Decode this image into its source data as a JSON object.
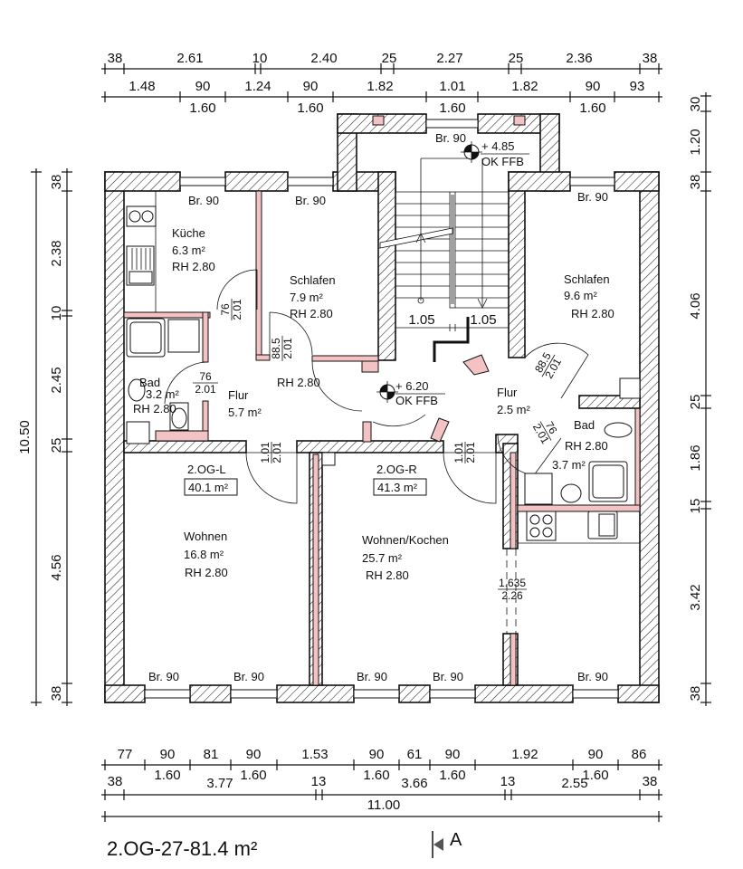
{
  "title": "2.OG-27-81.4 m²",
  "section_marker": "A",
  "dimensions": {
    "top_row1": [
      "38",
      "2.61",
      "10",
      "2.40",
      "25",
      "2.27",
      "25",
      "2.36",
      "38"
    ],
    "top_row2_upper": [
      "1.48",
      "90",
      "1.24",
      "90",
      "1.82",
      "1.01",
      "1.82",
      "90",
      "93"
    ],
    "top_row2_lower": [
      "1.60",
      "1.60",
      "1.60",
      "1.60"
    ],
    "bottom_row1_upper": [
      "77",
      "90",
      "81",
      "90",
      "1.53",
      "90",
      "61",
      "90",
      "1.92",
      "90",
      "86"
    ],
    "bottom_row1_lower": [
      "1.60",
      "1.60",
      "1.60",
      "1.60",
      "1.60"
    ],
    "bottom_row2": [
      "38",
      "3.77",
      "13",
      "3.66",
      "13",
      "2.55",
      "38"
    ],
    "bottom_total": "11.00",
    "left_segments": [
      "38",
      "2.38",
      "10",
      "2.45",
      "25",
      "4.56",
      "38"
    ],
    "left_total": "10.50",
    "right_segments": [
      "30",
      "1.20",
      "38",
      "4.06",
      "25",
      "1.86",
      "15",
      "3.42",
      "38"
    ],
    "stair": [
      "1.05",
      "1.05"
    ]
  },
  "windows": [
    "Br. 90",
    "Br. 90",
    "Br. 90",
    "Br. 90",
    "Br. 90",
    "Br. 90",
    "Br. 90",
    "Br. 90",
    "Br. 90"
  ],
  "rooms": [
    {
      "name": "Küche",
      "area": "6.3 m²",
      "rh": "RH 2.80"
    },
    {
      "name": "Schlafen",
      "area": "7.9 m²",
      "rh": "RH 2.80"
    },
    {
      "name": "Schlafen",
      "area": "9.6 m²",
      "rh": "RH 2.80"
    },
    {
      "name": "Bad",
      "area": "3.2 m²",
      "rh": "RH 2.80"
    },
    {
      "name": "Flur",
      "area": "5.7 m²",
      "rh": "RH 2.80"
    },
    {
      "name": "Flur",
      "area": "2.5 m²"
    },
    {
      "name": "Bad",
      "area": "3.7 m²",
      "rh": "RH 2.80"
    },
    {
      "name": "Wohnen",
      "area": "16.8 m²",
      "rh": "RH 2.80"
    },
    {
      "name": "Wohnen/Kochen",
      "area": "25.7 m²",
      "rh": "RH 2.80"
    }
  ],
  "units": [
    {
      "name": "2.OG-L",
      "area": "40.1 m²"
    },
    {
      "name": "2.OG-R",
      "area": "41.3 m²"
    }
  ],
  "levels": [
    {
      "value": "+ 4.85",
      "ref": "OK FFB"
    },
    {
      "value": "+ 6.20",
      "ref": "OK FFB"
    }
  ],
  "doors": [
    {
      "w": "76",
      "h": "2.01"
    },
    {
      "w": "88.5",
      "h": "2.01"
    },
    {
      "w": "76",
      "h": "2.01"
    },
    {
      "w": "1.01",
      "h": "2.01"
    },
    {
      "w": "1.01",
      "h": "2.01"
    },
    {
      "w": "88.5",
      "h": "2.01"
    },
    {
      "w": "76",
      "h": "2.01"
    },
    {
      "w": "1.635",
      "h": "2.26"
    }
  ],
  "colors": {
    "light_wall": "#f3c3c3",
    "line": "#111111"
  }
}
